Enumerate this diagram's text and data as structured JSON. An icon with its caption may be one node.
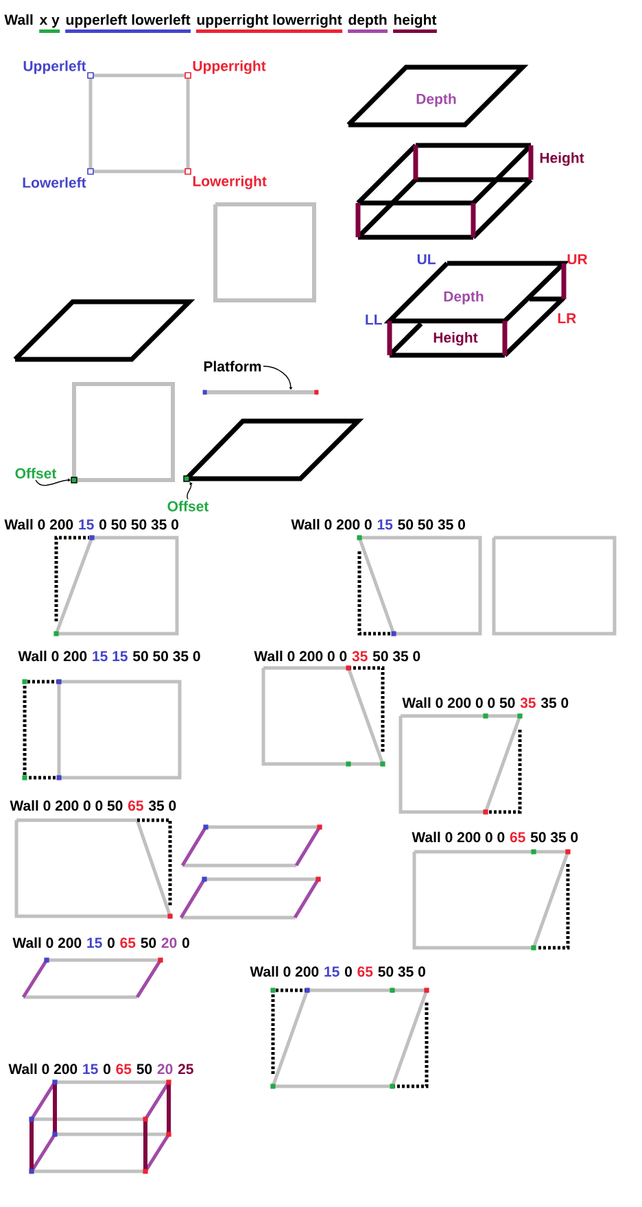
{
  "diagram": {
    "nodes": [
      {
        "text": [
          "Platform"
        ]
      },
      {
        "text": [],
        "shape": "bar"
      },
      {
        "text": [
          "Offset"
        ]
      },
      {
        "text": [],
        "shape": "box"
      },
      {
        "text": [
          "Offset"
        ]
      },
      {
        "text": [],
        "shape": "box"
      }
    ],
    "edges": [
      {
        "from": 0,
        "to": 1,
        "arrow": "to"
      },
      {
        "from": 2,
        "to": 3,
        "arrow": "to"
      },
      {
        "from": 4,
        "to": 5,
        "arrow": "to"
      }
    ],
    "labels": [
      "Wall",
      "Upperleft",
      "Upperright",
      "Depth",
      "Height",
      "Lowerleft",
      "Lowerright",
      "UL",
      "UR",
      "Depth",
      "LL",
      "LR",
      "Height",
      "Wall 0 200",
      "15",
      "0 50 50 35 0",
      "Wall 0 200 0",
      "15",
      "50 50 35 0",
      "Wall 0 200",
      "15 15",
      "50 50 35 0",
      "Wall 0 200 0 0",
      "35",
      "50 35 0",
      "Wall 0 200 0 0 50",
      "35",
      "35 0",
      "Wall 0 200 0 0 50",
      "65",
      "35 0",
      "Wall 0 200 0 0",
      "65",
      "50 35 0",
      "Wall 0 200",
      "15",
      "0",
      "65",
      "50",
      "20",
      "0",
      "Wall 0 200",
      "15",
      "0",
      "65",
      "50 35 0",
      "Wall 0 200",
      "15",
      "0",
      "65",
      "50",
      "20",
      "25"
    ],
    "legend": [
      {
        "text": "x y",
        "color": "#22aa44"
      },
      {
        "text": "upperleft lowerleft",
        "color": "#4444cc"
      },
      {
        "text": "upperright lowerright",
        "color": "#ee2233"
      },
      {
        "text": "depth",
        "color": "#a04aa8"
      },
      {
        "text": "height",
        "color": "#800040"
      }
    ]
  }
}
